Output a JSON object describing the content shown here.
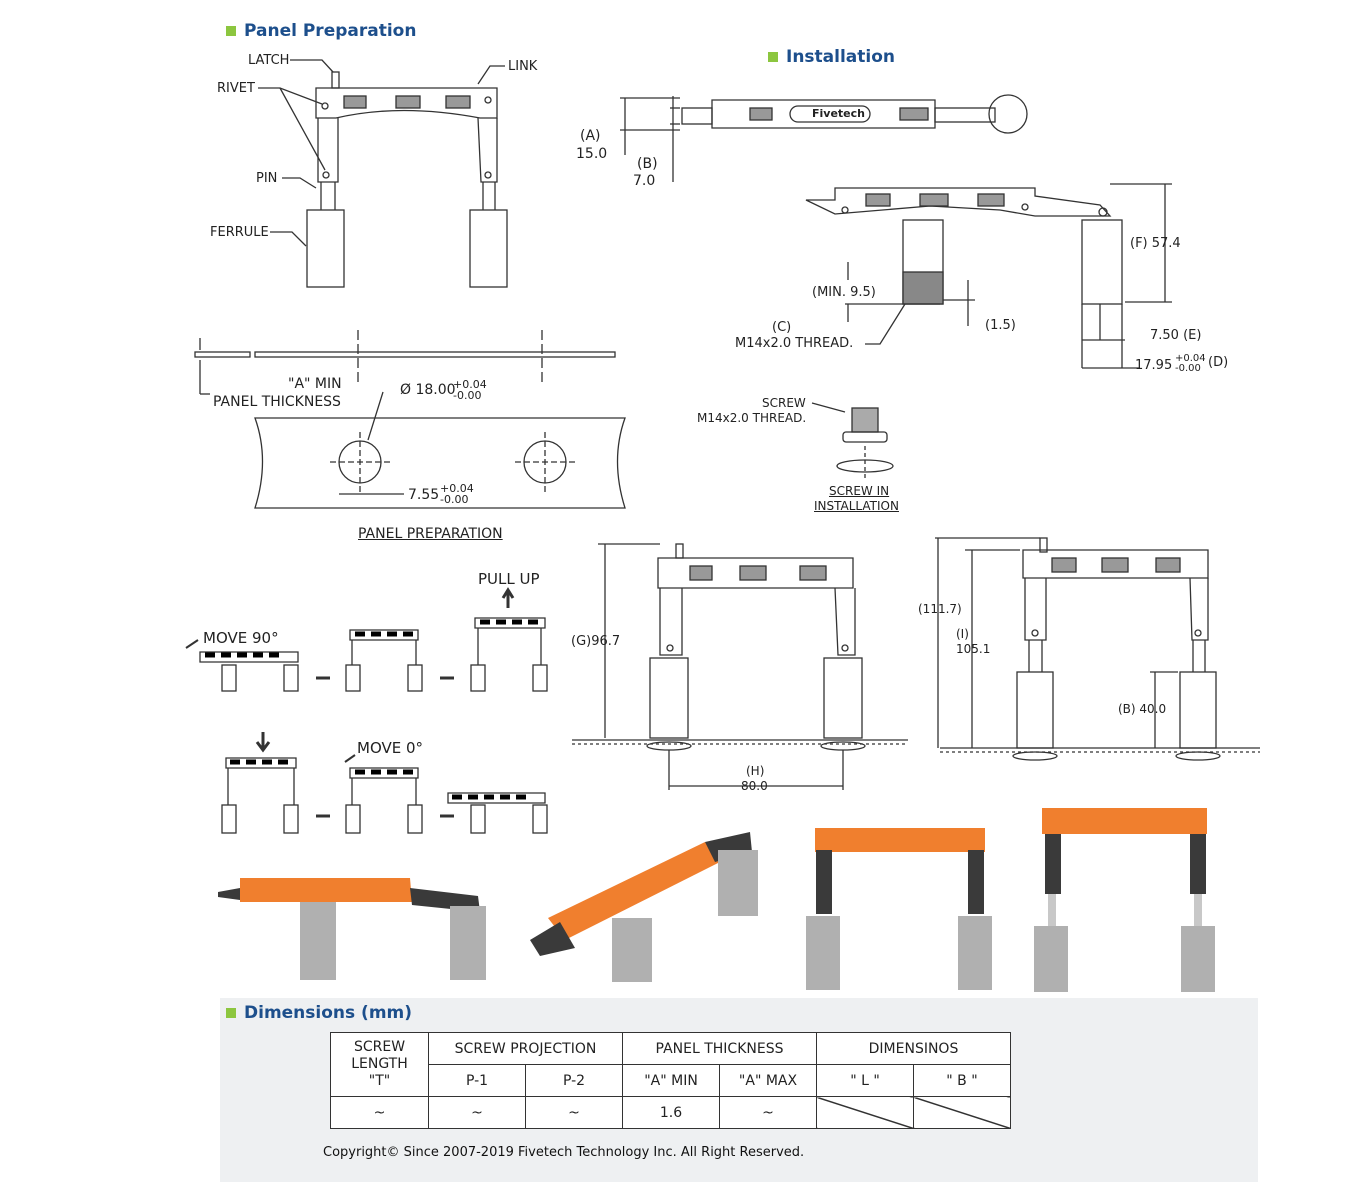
{
  "sections": {
    "panel_preparation": "Panel Preparation",
    "installation": "Installation",
    "dimensions": "Dimensions (mm)"
  },
  "panel_labels": {
    "latch": "LATCH",
    "rivet": "RIVET",
    "link": "LINK",
    "pin": "PIN",
    "ferrule": "FERRULE",
    "a_min": "\"A\" MIN",
    "panel_thickness": "PANEL THICKNESS",
    "hole_dia": "Ø 18.00",
    "hole_dia_tol_plus": "+0.04",
    "hole_dia_tol_minus": "-0.00",
    "hole_offset": "7.55",
    "hole_offset_tol_plus": "+0.04",
    "hole_offset_tol_minus": "-0.00",
    "panel_preparation_caption": "PANEL PREPARATION"
  },
  "install_labels": {
    "a_label": "(A)",
    "a_value": "15.0",
    "b_label": "(B)",
    "b_value": "7.0",
    "brand": "Fivetech",
    "min_label": "(MIN. 9.5)",
    "c_label": "(C)",
    "thread": "M14x2.0 THREAD.",
    "gap": "(1.5)",
    "f_dim": "(F) 57.4",
    "e_dim": "7.50 (E)",
    "d_dim": "17.95",
    "d_tol_plus": "+0.04",
    "d_tol_minus": "-0.00",
    "d_suffix": "(D)",
    "screw": "SCREW",
    "screw_thread": "M14x2.0 THREAD.",
    "screw_in_1": "SCREW IN",
    "screw_in_2": "INSTALLATION",
    "g_dim": "(G)96.7",
    "h_label": "(H)",
    "h_value": "80.0",
    "dim_111": "(111.7)",
    "i_label": "(I)",
    "i_value": "105.1",
    "b40": "(B) 40.0"
  },
  "motion_labels": {
    "pull_up": "PULL UP",
    "move90": "MOVE 90°",
    "move0": "MOVE 0°"
  },
  "colors": {
    "title_blue": "#1d4f8c",
    "bullet_green": "#8cc63f",
    "orange": "#f07f2e",
    "dark_gray": "#3a3a3a",
    "steel": "#b0b0b0"
  },
  "table": {
    "h_screw_length": [
      "SCREW",
      "LENGTH",
      "\"T\""
    ],
    "h_screw_projection": "SCREW PROJECTION",
    "h_panel_thickness": "PANEL THICKNESS",
    "h_dimensions": "DIMENSINOS",
    "sub": [
      "P-1",
      "P-2",
      "\"A\" MIN",
      "\"A\" MAX",
      "\" L \"",
      "\" B \""
    ],
    "row": [
      "~",
      "~",
      "~",
      "1.6",
      "~"
    ]
  },
  "copyright": "Copyright© Since 2007-2019 Fivetech Technology Inc. All Right Reserved."
}
